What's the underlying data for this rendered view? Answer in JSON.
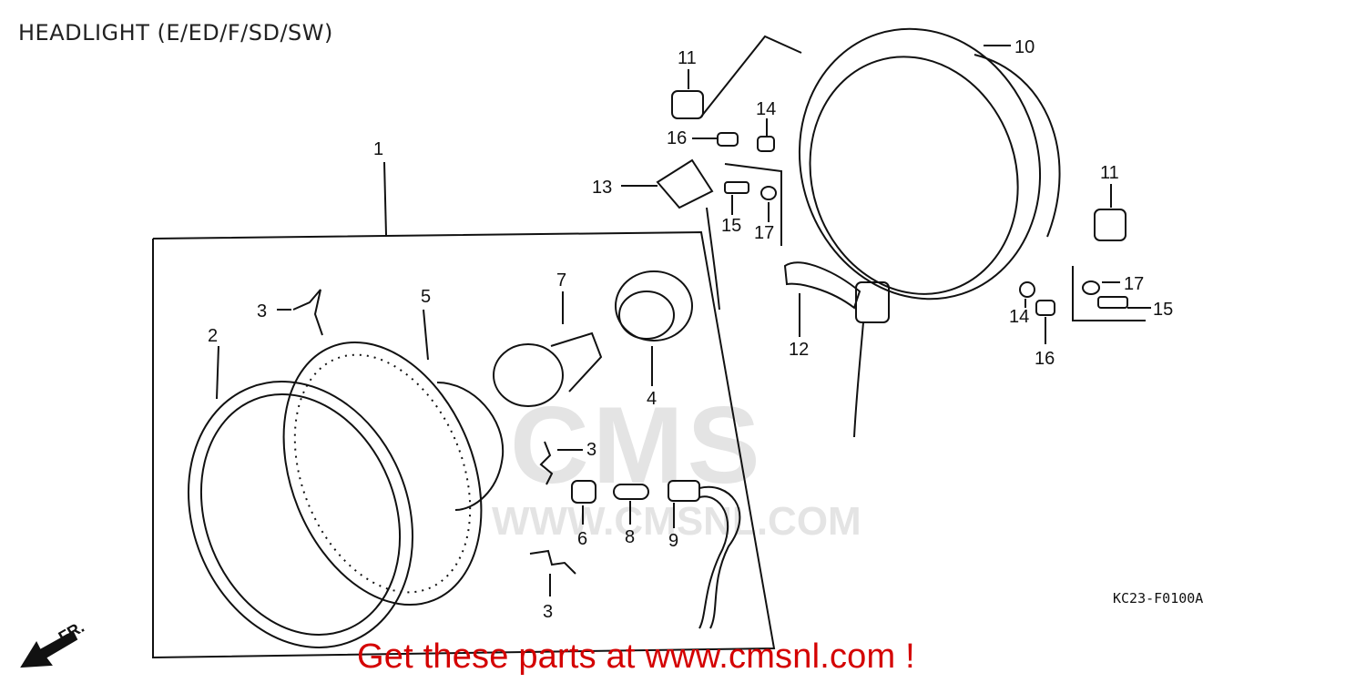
{
  "title": "HEADLIGHT (E/ED/F/SD/SW)",
  "diagram_code": "KC23-F0100A",
  "promo_text": "Get these parts at www.cmsnl.com !",
  "direction_label": "FR.",
  "watermark": {
    "main": "CMS",
    "url": "WWW.CMSNL.COM"
  },
  "callouts": [
    "1",
    "2",
    "3",
    "3",
    "3",
    "4",
    "5",
    "6",
    "7",
    "8",
    "9",
    "10",
    "11",
    "11",
    "12",
    "13",
    "14",
    "14",
    "15",
    "15",
    "16",
    "16",
    "17",
    "17"
  ],
  "colors": {
    "promo": "#d40000",
    "line": "#111111",
    "watermark": "#d9d9d9"
  }
}
